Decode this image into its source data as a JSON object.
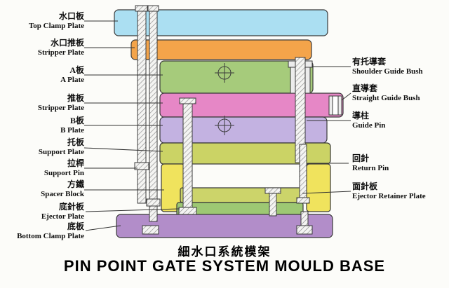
{
  "title": {
    "chinese": "細水口系統模架",
    "english": "PIN POINT GATE SYSTEM MOULD BASE"
  },
  "left_labels": [
    {
      "zh": "水口板",
      "en": "Top Clamp Plate"
    },
    {
      "zh": "水口推板",
      "en": "Stripper Plate"
    },
    {
      "zh": "A板",
      "en": "A Plate"
    },
    {
      "zh": "推板",
      "en": "Stripper Plate"
    },
    {
      "zh": "B板",
      "en": "B Plate"
    },
    {
      "zh": "托板",
      "en": "Support Plate"
    },
    {
      "zh": "拉桿",
      "en": "Support Pin"
    },
    {
      "zh": "方鐵",
      "en": "Spacer Block"
    },
    {
      "zh": "底針板",
      "en": "Ejector Plate"
    },
    {
      "zh": "底板",
      "en": "Bottom Clamp Plate"
    }
  ],
  "right_labels": [
    {
      "zh": "有托導套",
      "en": "Shoulder Guide Bush"
    },
    {
      "zh": "直導套",
      "en": "Straight Guide Bush"
    },
    {
      "zh": "導柱",
      "en": "Guide Pin"
    },
    {
      "zh": "回針",
      "en": "Return Pin"
    },
    {
      "zh": "面針板",
      "en": "Ejector Retainer Plate"
    }
  ],
  "colors": {
    "top_clamp_plate": "#abdff2",
    "stripper_plate_top": "#f4a44a",
    "a_plate": "#a6cb7b",
    "stripper_plate": "#e687c6",
    "b_plate": "#c3b2e1",
    "support_plate": "#cbd365",
    "spacer_block": "#f0e35d",
    "ejector_retainer_plate": "#ccd46a",
    "ejector_plate": "#9dc873",
    "bottom_clamp_plate": "#b28dc9",
    "bush": "#ececec"
  }
}
